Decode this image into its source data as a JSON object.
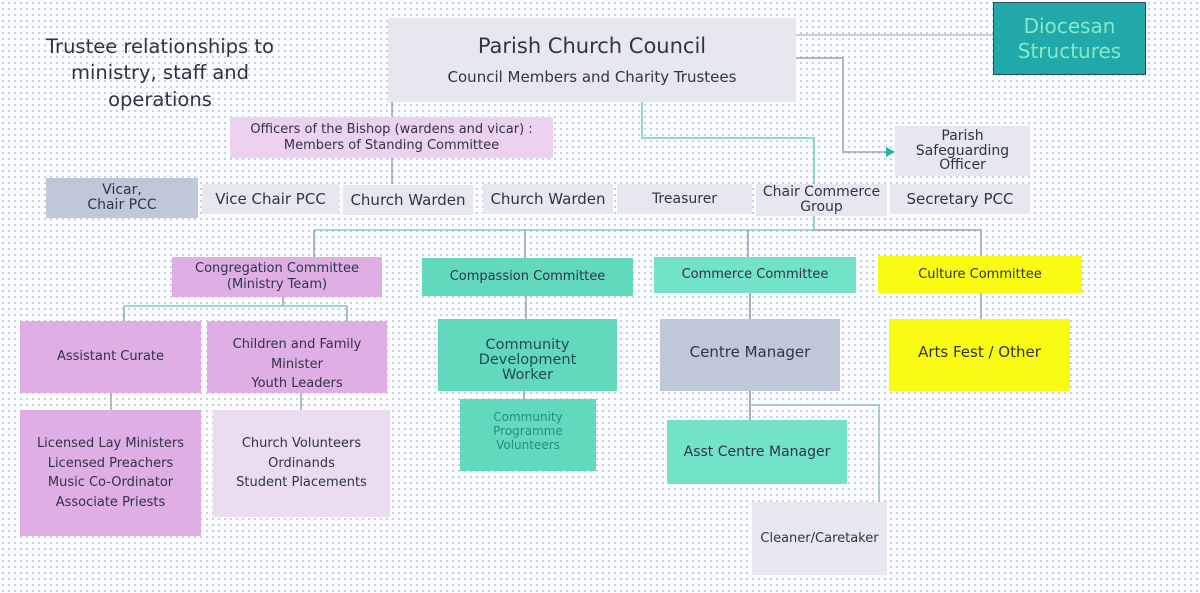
{
  "title": [
    "Trustee relationships to",
    "ministry, staff and",
    "operations"
  ],
  "pcc": {
    "title": "Parish Church Council",
    "subtitle": "Council Members and Charity Trustees"
  },
  "diocesan": [
    "Diocesan",
    "Structures"
  ],
  "officers": [
    "Officers of the Bishop (wardens and vicar) :",
    "Members of Standing Committee"
  ],
  "safeguarding": [
    "Parish",
    "Safeguarding",
    "Officer"
  ],
  "officer_row": {
    "vicar": [
      "Vicar,",
      "Chair PCC"
    ],
    "vice_chair": "Vice Chair PCC",
    "warden_1": "Church Warden",
    "warden_2": "Church Warden",
    "treasurer": "Treasurer",
    "chair_commerce": [
      "Chair Commerce",
      "Group"
    ],
    "secretary": "Secretary PCC"
  },
  "committees": {
    "congregation": [
      "Congregation Committee",
      "(Ministry Team)"
    ],
    "compassion": "Compassion Committee",
    "commerce": "Commerce Committee",
    "culture": "Culture Committee"
  },
  "ministry": {
    "assistant_curate": "Assistant Curate",
    "children_family": [
      "Children and Family Minister",
      "Youth Leaders"
    ],
    "licensed": [
      "Licensed Lay Ministers",
      "Licensed Preachers",
      "Music Co-Ordinator",
      "Associate Priests"
    ],
    "volunteers": [
      "Church Volunteers",
      "Ordinands",
      "Student Placements"
    ]
  },
  "compassion_staff": {
    "cdw": [
      "Community Development",
      "Worker"
    ],
    "cpv": [
      "Community",
      "Programme",
      "Volunteers"
    ]
  },
  "commerce_staff": {
    "centre_manager": "Centre Manager",
    "asst_centre_manager": "Asst Centre Manager",
    "cleaner": "Cleaner/Caretaker"
  },
  "culture_staff": {
    "arts": "Arts Fest / Other"
  },
  "colors": {
    "teal": "#20a9a8",
    "pink": "#dfaee4",
    "mint": "#72e3c8",
    "yellow": "#fafb12",
    "slate": "#bec8d8"
  }
}
